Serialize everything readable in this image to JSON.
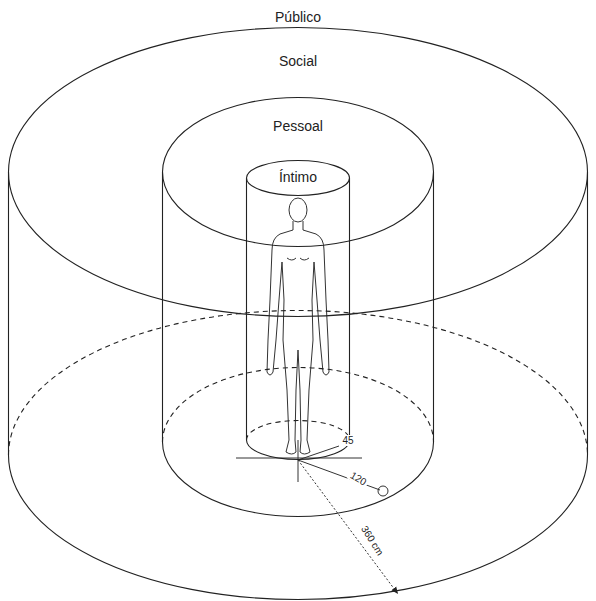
{
  "diagram": {
    "nodes": [
      {
        "text": [
          "Social"
        ]
      },
      {
        "text": [
          "Pessoal"
        ],
        "in": 0
      },
      {
        "text": [
          "Íntimo"
        ],
        "in": 1
      }
    ],
    "labels": [
      "Público",
      "45",
      "120",
      "360 cm"
    ]
  }
}
